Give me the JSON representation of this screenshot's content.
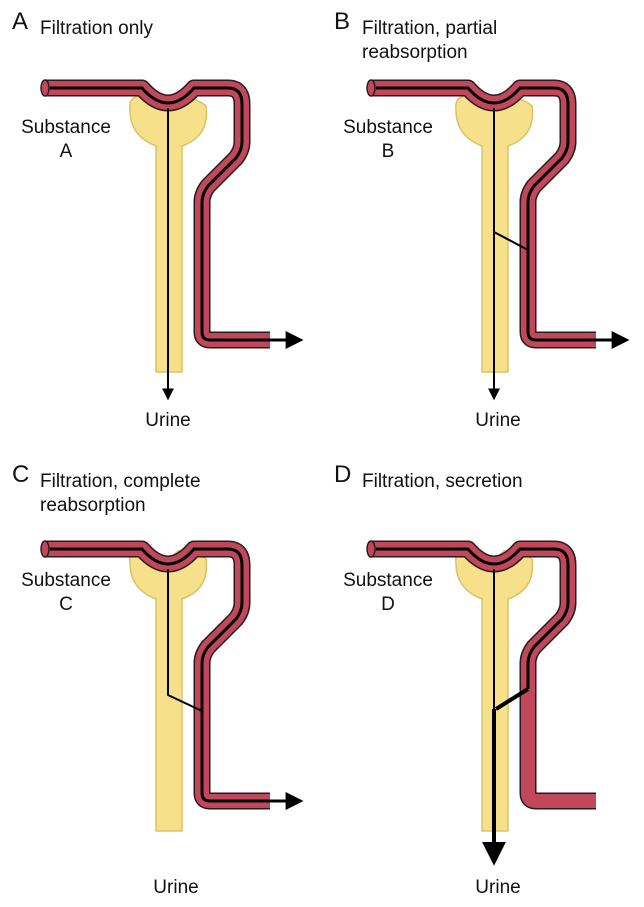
{
  "panels": [
    {
      "letter": "A",
      "title_line1": "Filtration only",
      "title_line2": "",
      "substance_label": "Substance",
      "substance_letter": "A",
      "urine_label": "Urine",
      "mechanism": "filtration"
    },
    {
      "letter": "B",
      "title_line1": "Filtration, partial",
      "title_line2": "reabsorption",
      "substance_label": "Substance",
      "substance_letter": "B",
      "urine_label": "Urine",
      "mechanism": "partial-reabsorption"
    },
    {
      "letter": "C",
      "title_line1": "Filtration, complete",
      "title_line2": "reabsorption",
      "substance_label": "Substance",
      "substance_letter": "C",
      "urine_label": "Urine",
      "mechanism": "complete-reabsorption"
    },
    {
      "letter": "D",
      "title_line1": "Filtration, secretion",
      "title_line2": "",
      "substance_label": "Substance",
      "substance_letter": "D",
      "urine_label": "Urine",
      "mechanism": "secretion"
    }
  ],
  "colors": {
    "vessel": "#c0485a",
    "vessel_outline": "#2a1a1e",
    "tubule": "#f7e08a",
    "tubule_outline": "#d9c26a",
    "pathway": "#000000"
  }
}
